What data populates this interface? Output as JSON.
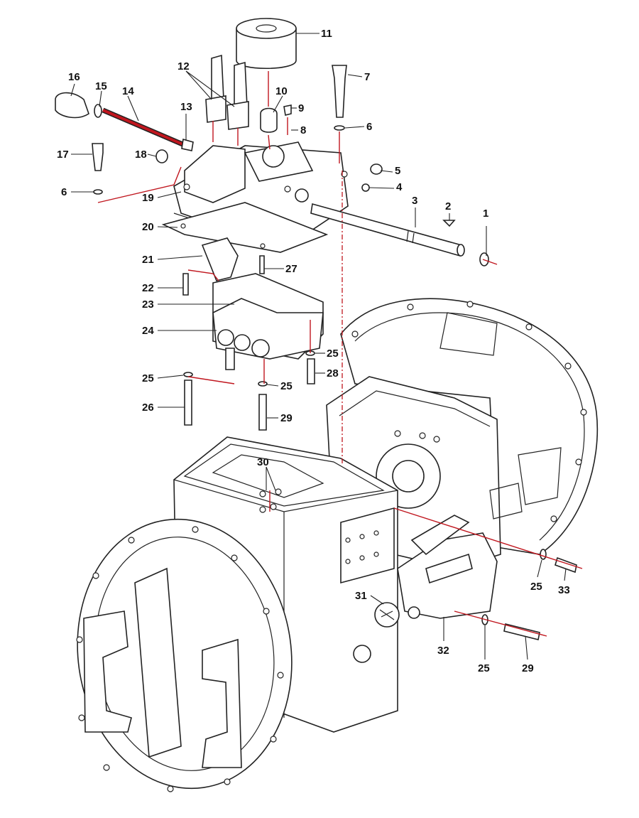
{
  "diagram": {
    "type": "exploded-parts-diagram",
    "accent_color": "#c0161e",
    "callouts": [
      "1",
      "2",
      "3",
      "4",
      "5",
      "6",
      "7",
      "8",
      "9",
      "10",
      "11",
      "12",
      "13",
      "14",
      "15",
      "16",
      "17",
      "18",
      "6",
      "19",
      "20",
      "21",
      "22",
      "23",
      "24",
      "25",
      "26",
      "25",
      "28",
      "25",
      "29",
      "27",
      "30",
      "31",
      "32",
      "25",
      "29",
      "25",
      "33"
    ]
  }
}
